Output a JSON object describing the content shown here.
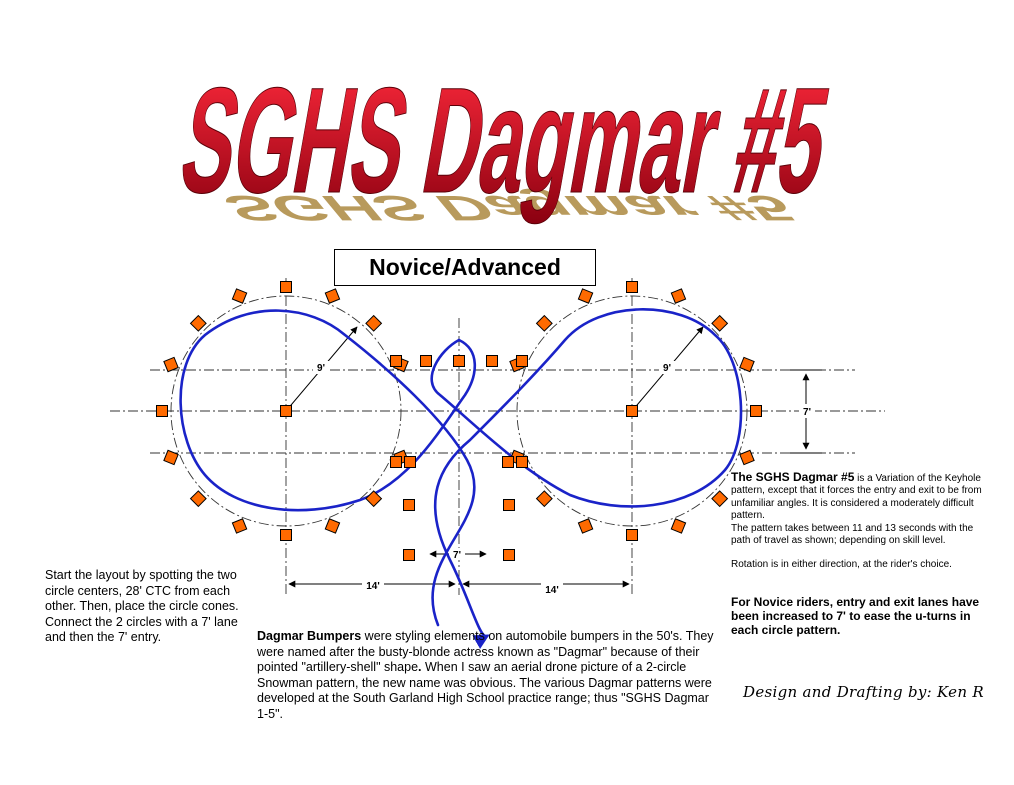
{
  "title": {
    "text": "SGHS Dagmar #5",
    "fill_top": "#ff2a3c",
    "fill_bottom": "#8a0010",
    "shadow_color": "#b89a5c"
  },
  "subtitle": "Novice/Advanced",
  "dimensions": {
    "radius_left": "9'",
    "radius_right": "9'",
    "lane_width_right": "7'",
    "entry_width": "7'",
    "spacing_left": "14'",
    "spacing_right": "14'"
  },
  "colors": {
    "path": "#1a23c8",
    "cone_fill": "#ff6a00",
    "cone_stroke": "#000000"
  },
  "notes": {
    "left": "Start the layout by spotting the two circle centers, 28' CTC from each other.  Then, place the circle cones.  Connect the 2 circles with a 7' lane and then the 7' entry.",
    "bottom_lead": "Dagmar Bumpers",
    "bottom_body": " were styling elements on automobile bumpers in the 50's.  They were named after the busty-blonde actress known as \"Dagmar\" because of their pointed \"artillery-shell\" shape",
    "bottom_dot": ".",
    "bottom_rest": " When I saw an aerial drone picture of a 2-circle Snowman pattern, the new name was obvious.   The various Dagmar patterns were developed at the South Garland High School practice range; thus \"SGHS Dagmar 1-5\".",
    "right_lead": "The SGHS Dagmar #5",
    "right_body": " is a Variation of the Keyhole pattern, except that it forces the entry and exit to be from unfamiliar angles.  It is considered a moderately difficult pattern.",
    "right_timing": "The pattern takes between 11 and 13  seconds with the path of travel as shown; depending on skill level.",
    "right_rotation": "Rotation is in either direction, at the rider's choice.",
    "novice": "For Novice riders, entry and exit lanes have been increased to 7' to ease the u-turns in each circle pattern.",
    "credit": "Design and Drafting by: Ken R"
  }
}
